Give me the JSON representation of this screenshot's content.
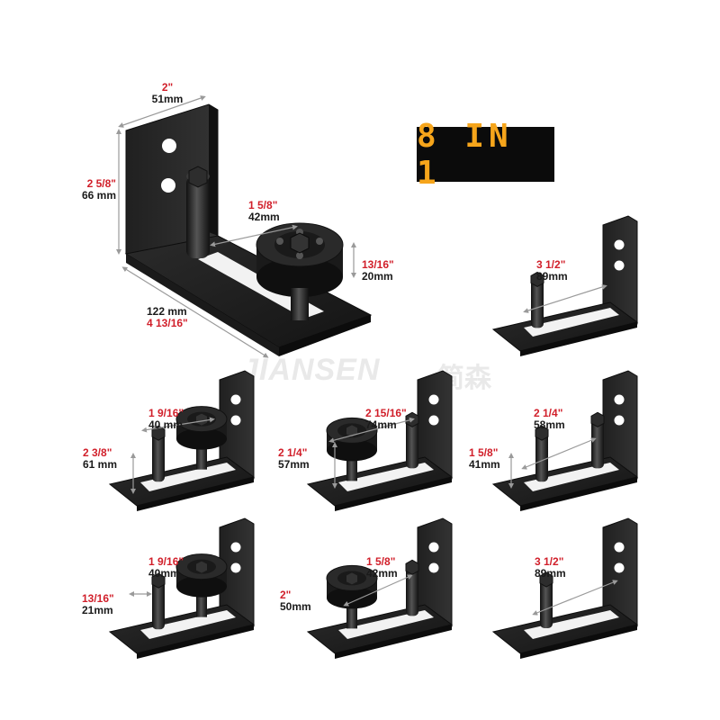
{
  "badge": {
    "text": "8 IN 1",
    "bg_color": "#0b0b0b",
    "text_color": "#f6a51b"
  },
  "watermark": {
    "brand": "JIANSEN",
    "cjk": "简森"
  },
  "colors": {
    "imperial": "#d11f2a",
    "metric": "#1a1a1a",
    "bracket": "#1c1c1c"
  },
  "main": {
    "width_in": "2\"",
    "width_mm": "51mm",
    "height_in": "2 5/8\"",
    "height_mm": "66 mm",
    "wheel_dia_in": "1 5/8\"",
    "wheel_dia_mm": "42mm",
    "wheel_h_in": "13/16\"",
    "wheel_h_mm": "20mm",
    "length_mm": "122 mm",
    "length_in": "4 13/16\""
  },
  "configs": [
    {
      "a_in": "3 1/2\"",
      "a_mm": "89mm"
    },
    {
      "a_in": "1 9/16\"",
      "a_mm": "40 mm",
      "b_in": "2 3/8\"",
      "b_mm": "61 mm"
    },
    {
      "a_in": "2 15/16\"",
      "a_mm": "74mm",
      "b_in": "2 1/4\"",
      "b_mm": "57mm"
    },
    {
      "a_in": "2 1/4\"",
      "a_mm": "58mm",
      "b_in": "1 5/8\"",
      "b_mm": "41mm"
    },
    {
      "a_in": "1 9/16\"",
      "a_mm": "40mm",
      "b_in": "13/16\"",
      "b_mm": "21mm"
    },
    {
      "a_in": "1 5/8\"",
      "a_mm": "42mm",
      "b_in": "2\"",
      "b_mm": "50mm"
    },
    {
      "a_in": "3 1/2\"",
      "a_mm": "89mm"
    }
  ]
}
